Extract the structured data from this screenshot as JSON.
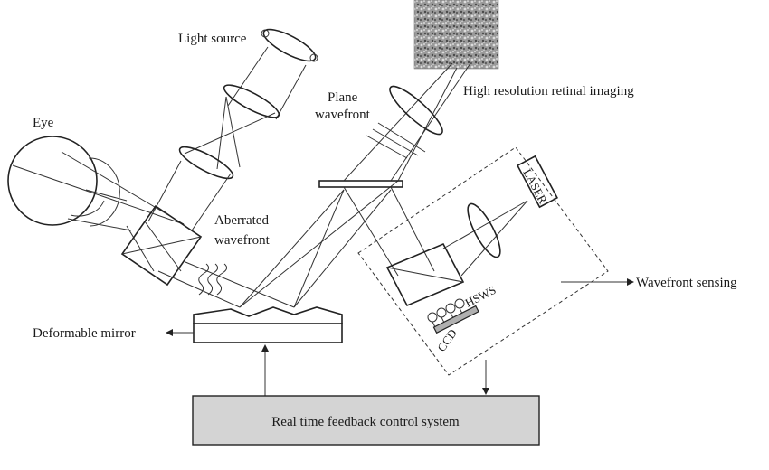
{
  "labels": {
    "light_source": "Light source",
    "eye": "Eye",
    "plane_wavefront_1": "Plane",
    "plane_wavefront_2": "wavefront",
    "retinal_imaging": "High resolution retinal imaging",
    "aberrated_1": "Aberrated",
    "aberrated_2": "wavefront",
    "laser": "LASER",
    "hsws": "HSWS",
    "ccd": "CCD",
    "wavefront_sensing": "Wavefront sensing",
    "deformable_mirror": "Deformable mirror",
    "control_system": "Real time feedback control system"
  },
  "colors": {
    "line": "#333333",
    "control_box_fill": "#d4d4d4",
    "retina_image": "#8a8a8a",
    "sensor_fill": "#b0b0b0"
  }
}
